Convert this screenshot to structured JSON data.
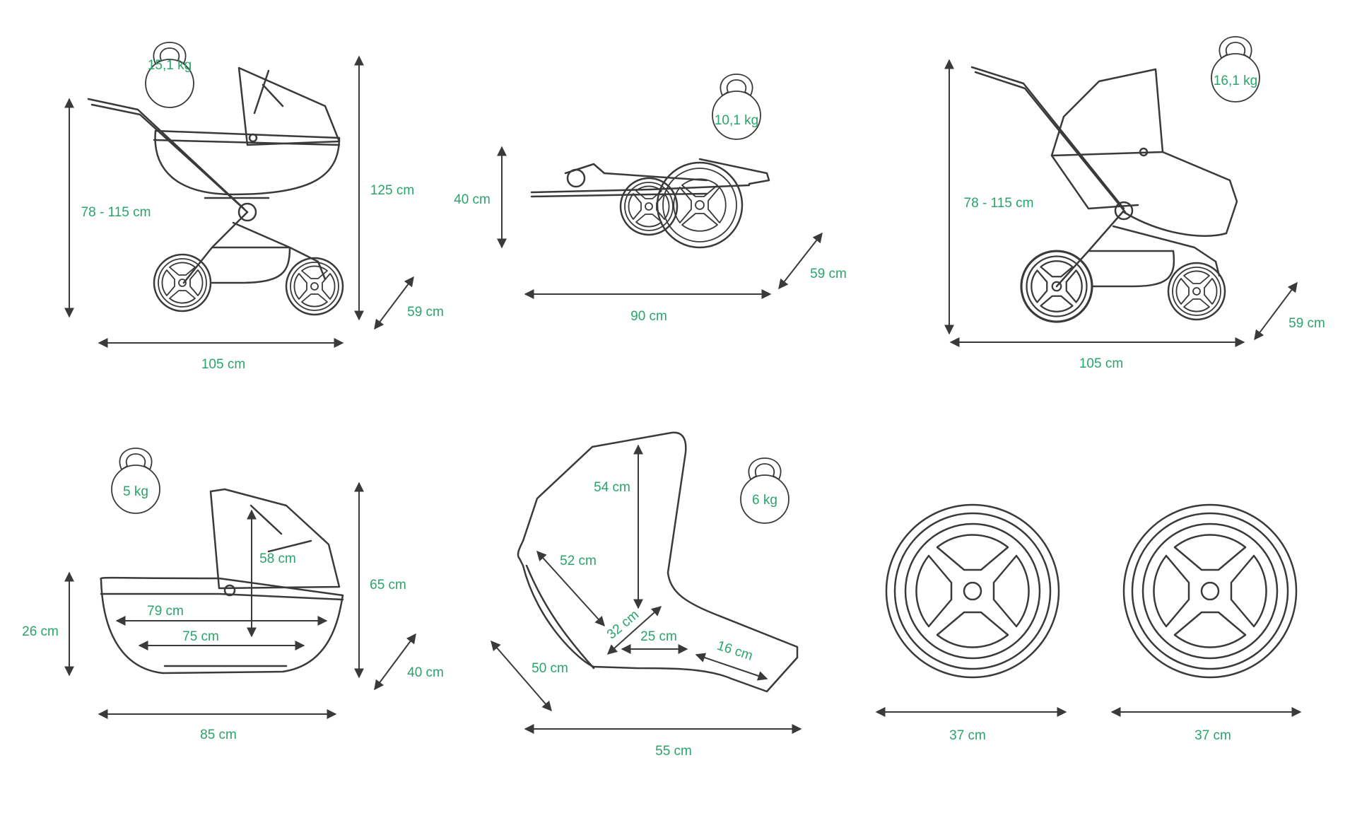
{
  "colors": {
    "label": "#2aa46b",
    "line": "#3a3a3a",
    "background": "#ffffff"
  },
  "panels": {
    "pram": {
      "weight": "15,1 kg",
      "height_range": "78 - 115 cm",
      "total_height": "125 cm",
      "depth": "59 cm",
      "length": "105 cm"
    },
    "folded": {
      "weight": "10,1 kg",
      "height": "40 cm",
      "depth": "59 cm",
      "length": "90 cm"
    },
    "stroller": {
      "weight": "16,1 kg",
      "height_range": "78 - 115 cm",
      "depth": "59 cm",
      "length": "105 cm"
    },
    "carrycot": {
      "weight": "5 kg",
      "side_height": "26 cm",
      "inner_height": "58 cm",
      "total_height": "65 cm",
      "inner_length_top": "79 cm",
      "inner_length_bottom": "75 cm",
      "width": "40 cm",
      "length": "85 cm"
    },
    "seat": {
      "weight": "6 kg",
      "backrest": "54 cm",
      "backrest_diag": "52 cm",
      "seat_depth": "32 cm",
      "seat_flat": "25 cm",
      "footrest": "16 cm",
      "width": "50 cm",
      "length": "55 cm"
    },
    "wheels": {
      "front": "37 cm",
      "rear": "37 cm"
    }
  }
}
